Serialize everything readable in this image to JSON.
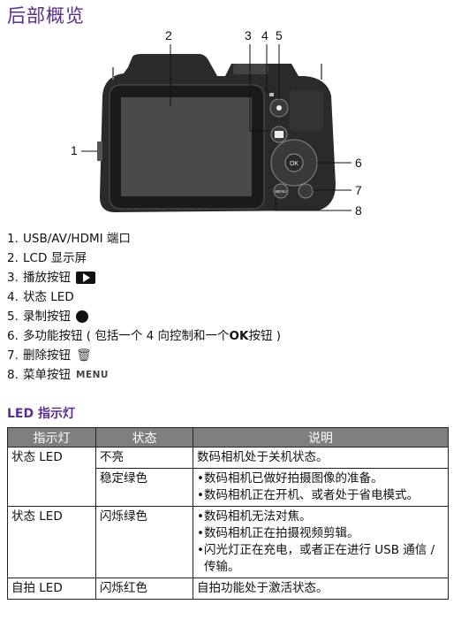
{
  "page": {
    "title": "后部概览"
  },
  "figure": {
    "callouts": [
      "2",
      "3",
      "4",
      "5",
      "1",
      "6",
      "7",
      "8"
    ],
    "button_labels": {
      "ok": "OK",
      "menu": "MENU"
    }
  },
  "parts": [
    {
      "num": "1.",
      "text": "USB/AV/HDMI 端口"
    },
    {
      "num": "2.",
      "text": "LCD 显示屏"
    },
    {
      "num": "3.",
      "text": "播放按钮"
    },
    {
      "num": "4.",
      "text": "状态 LED"
    },
    {
      "num": "5.",
      "text": "录制按钮"
    },
    {
      "num": "6.",
      "text_before": "多功能按钮 ( 包括一个 4 向控制和一个",
      "ok": "OK",
      "text_after": "按钮 )"
    },
    {
      "num": "7.",
      "text": "删除按钮"
    },
    {
      "num": "8.",
      "text": "菜单按钮",
      "menu": "MENU"
    }
  ],
  "led_section": {
    "title": "LED 指示灯"
  },
  "led_table": {
    "headers": [
      "指示灯",
      "状态",
      "说明"
    ],
    "rows": [
      {
        "indicator": "状态 LED",
        "state": "不亮",
        "desc": "数码相机处于关机状态。"
      },
      {
        "indicator": "",
        "state": "稳定绿色",
        "bullets": [
          "数码相机已做好拍摄图像的准备。",
          "数码相机正在开机、或者处于省电模式。"
        ]
      },
      {
        "indicator": "状态 LED",
        "state": "闪烁绿色",
        "bullets": [
          "数码相机无法对焦。",
          "数码相机正在拍摄视频剪辑。",
          "闪光灯正在充电，或者正在进行 USB 通信 / 传输。"
        ]
      },
      {
        "indicator": "自拍 LED",
        "state": "闪烁红色",
        "desc": "自拍功能处于激活状态。"
      }
    ]
  }
}
